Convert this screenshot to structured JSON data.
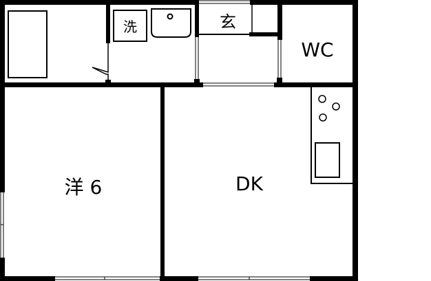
{
  "floor_plan": {
    "rooms": {
      "western_room": "洋 6",
      "dining_kitchen": "DK",
      "toilet": "WC",
      "entrance": "玄",
      "laundry": "洗"
    },
    "colors": {
      "wall": "#000000",
      "background": "#ffffff"
    }
  }
}
